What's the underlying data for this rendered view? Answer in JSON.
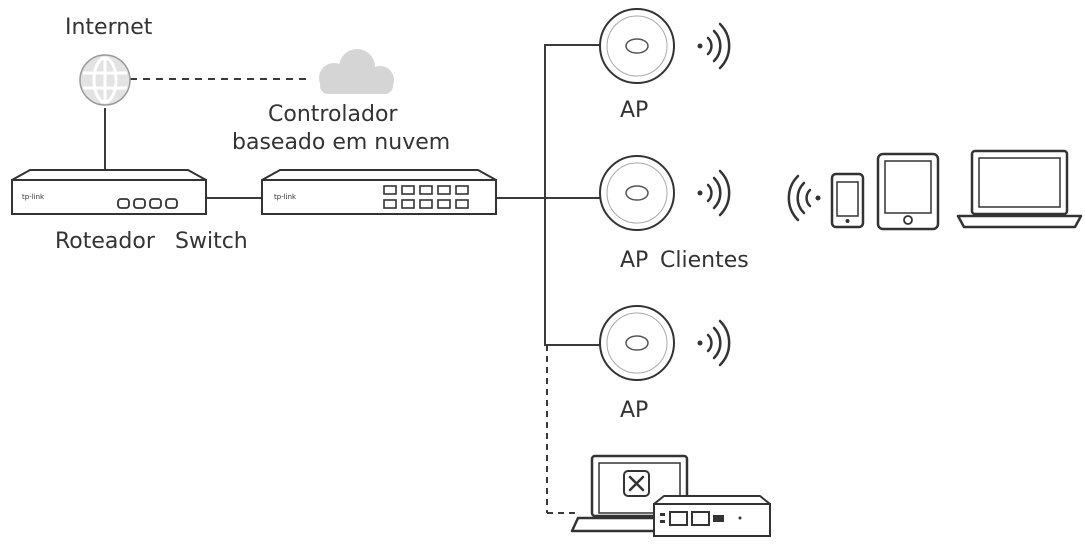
{
  "labels": {
    "internet": "Internet",
    "cloud_controller_line1": "Controlador",
    "cloud_controller_line2": "baseado em nuvem",
    "router": "Roteador",
    "switch": "Switch",
    "ap_top": "AP",
    "ap_middle": "AP",
    "clients": "Clientes",
    "ap_bottom": "AP"
  },
  "device_brand_mark": "tp-link",
  "icons": {
    "internet": "globe-icon",
    "cloud": "cloud-icon",
    "router": "router-icon",
    "switch": "switch-icon",
    "access_point": "access-point-icon",
    "wifi": "wifi-signal-icon",
    "phone": "smartphone-icon",
    "tablet": "tablet-icon",
    "laptop": "laptop-icon",
    "management": "management-computer-icon",
    "controller": "hardware-controller-icon"
  },
  "colors": {
    "line": "#3a3a3a",
    "device_outline": "#333333",
    "device_fill": "#ffffff",
    "cloud_fill": "#d5d5d5",
    "label_text": "#333333"
  }
}
